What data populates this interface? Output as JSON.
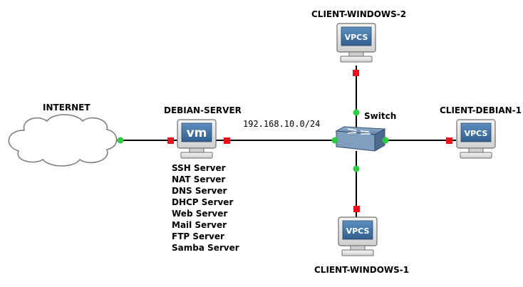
{
  "colors": {
    "link": "#000000",
    "port_up": "#2ecc40",
    "port_down": "#e8101a",
    "screen": "#3f6f9c"
  },
  "nodes": {
    "internet": {
      "label": "INTERNET",
      "icon": "cloud-icon"
    },
    "debian_server": {
      "label": "DEBIAN-SERVER",
      "icon": "vm-icon",
      "icon_text": "vm",
      "services": [
        "SSH Server",
        "NAT Server",
        "DNS Server",
        "DHCP Server",
        "Web Server",
        "Mail Server",
        "FTP Server",
        "Samba Server"
      ]
    },
    "switch": {
      "label": "Switch",
      "icon": "switch-icon"
    },
    "client_windows_2": {
      "label": "CLIENT-WINDOWS-2",
      "icon": "pc-icon",
      "icon_text": "VPCS"
    },
    "client_debian_1": {
      "label": "CLIENT-DEBIAN-1",
      "icon": "pc-icon",
      "icon_text": "VPCS"
    },
    "client_windows_1": {
      "label": "CLIENT-WINDOWS-1",
      "icon": "pc-icon",
      "icon_text": "VPCS"
    }
  },
  "links": {
    "subnet": "192.168.10.0/24"
  }
}
